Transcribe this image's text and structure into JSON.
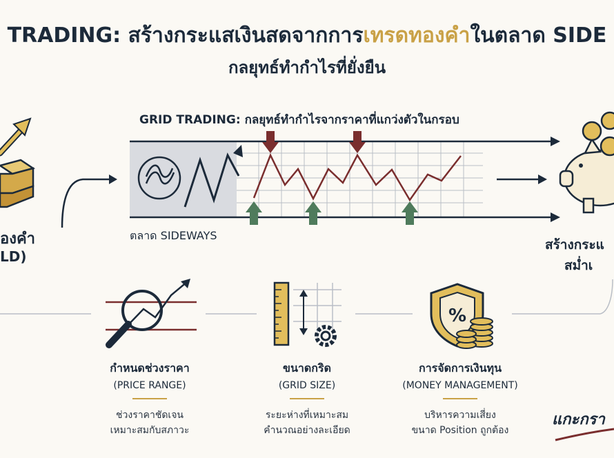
{
  "header": {
    "title_pre": "TRADING: สร้างกระแสเงินสดจากการ",
    "title_highlight": "เทรดทองคำ",
    "title_post": "ในตลาด SIDE",
    "subtitle": "กลยุทธ์ทำกำไรที่ยั่งยืน"
  },
  "left_panel": {
    "label_line1": "องคำ",
    "label_line2": "LD)"
  },
  "grid_panel": {
    "title": "GRID TRADING: กลยุทธ์ทำกำไรจากราคาที่แกว่งตัวในกรอบ",
    "market_label": "ตลาด SIDEWAYS"
  },
  "right_panel": {
    "label_line1": "สร้างกระแ",
    "label_line2": "สม่ำเ"
  },
  "cards": [
    {
      "heading": "กำหนดช่วงราคา",
      "sub": "(PRICE RANGE)",
      "desc1": "ช่วงราคาชัดเจน",
      "desc2": "เหมาะสมกับสภาวะ"
    },
    {
      "heading": "ขนาดกริด",
      "sub": "(GRID SIZE)",
      "desc1": "ระยะห่างที่เหมาะสม",
      "desc2": "คำนวณอย่างละเอียด"
    },
    {
      "heading": "การจัดการเงินทุน",
      "sub": "(MONEY MANAGEMENT)",
      "desc1": "บริหารความเสี่ยง",
      "desc2": "ขนาด Position ถูกต้อง"
    }
  ],
  "signature": "แกะกรา",
  "colors": {
    "navy": "#1c2a3a",
    "gold": "#c9a146",
    "sell_red": "#7a2e2e",
    "buy_green": "#4f7b5c",
    "grid_line": "#b9bec6"
  }
}
